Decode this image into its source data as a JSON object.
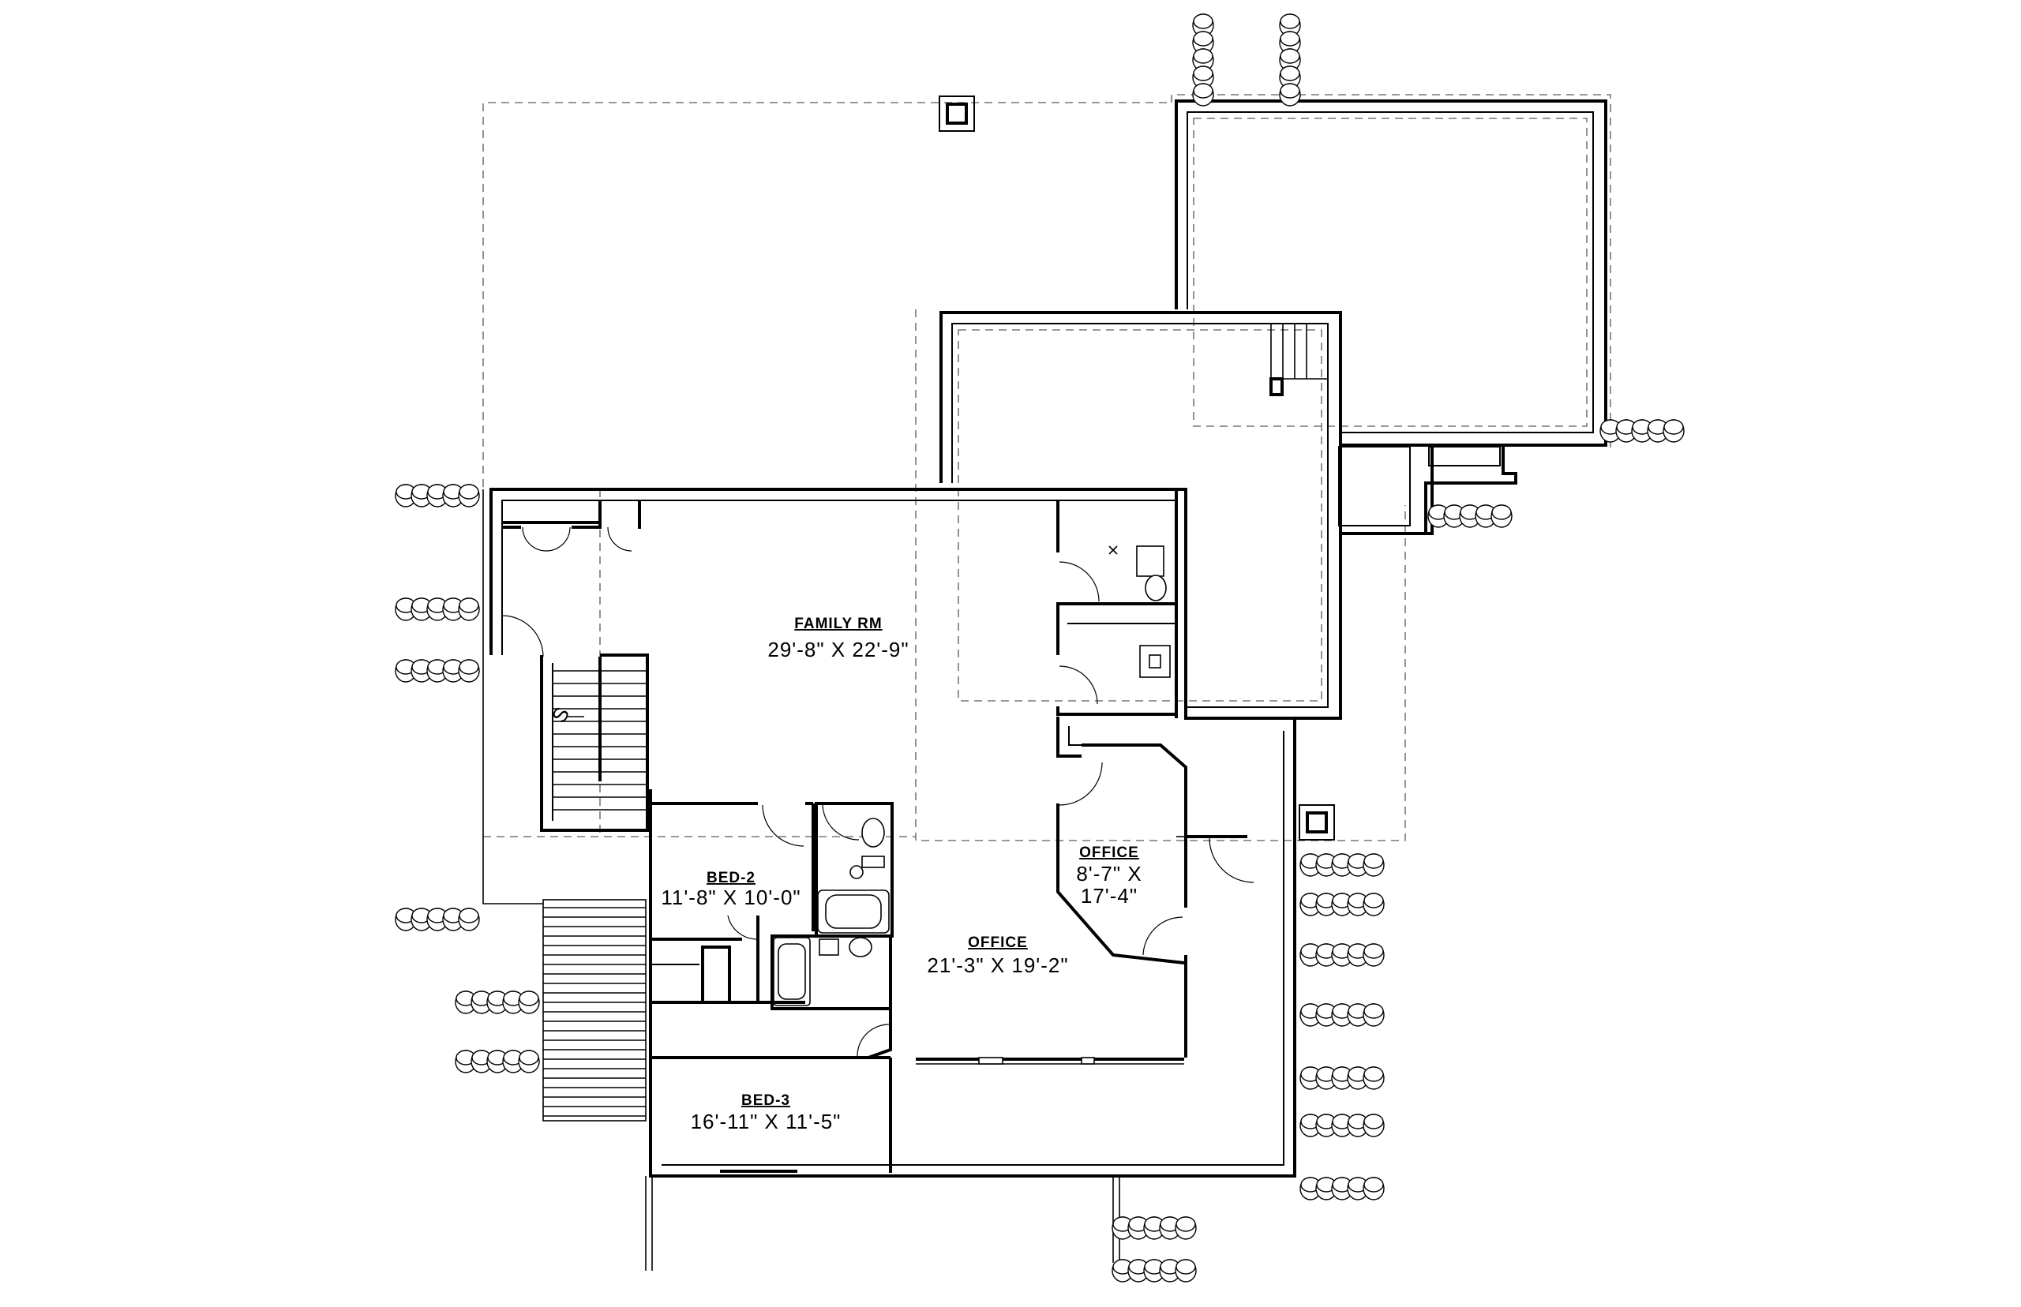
{
  "rooms": {
    "family": {
      "name": "FAMILY RM",
      "size": "29'-8\" X 22'-9\""
    },
    "bed2": {
      "name": "BED-2",
      "size": "11'-8\" X 10'-0\""
    },
    "office_small": {
      "name": "OFFICE",
      "size_line1": "8'-7\" X",
      "size_line2": "17'-4\""
    },
    "office_main": {
      "name": "OFFICE",
      "size": "21'-3\" X 19'-2\""
    },
    "bed3": {
      "name": "BED-3",
      "size": "16'-11\" X 11'-5\""
    }
  },
  "stair_label": "S"
}
